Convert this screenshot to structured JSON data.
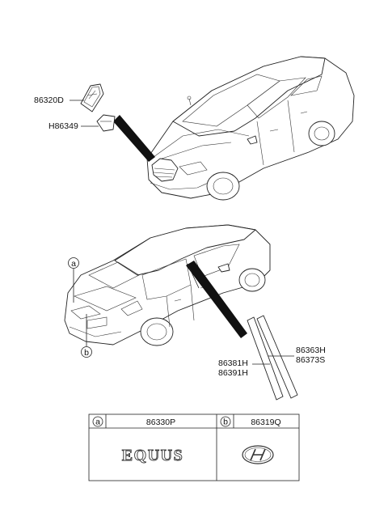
{
  "parts": {
    "emblem_hood": "86320D",
    "emblem_bracket": "H86349",
    "callout_a": "a",
    "callout_b": "b",
    "door_tape_front": "86363H",
    "door_tape_front_2": "86373S",
    "door_tape_rear": "86381H",
    "door_tape_rear_2": "86391H"
  },
  "legend": {
    "col_a_letter": "a",
    "col_a_part": "86330P",
    "col_a_wordmark": "EQUUS",
    "col_b_letter": "b",
    "col_b_part": "86319Q",
    "col_b_icon": "hyundai-logo-icon"
  }
}
